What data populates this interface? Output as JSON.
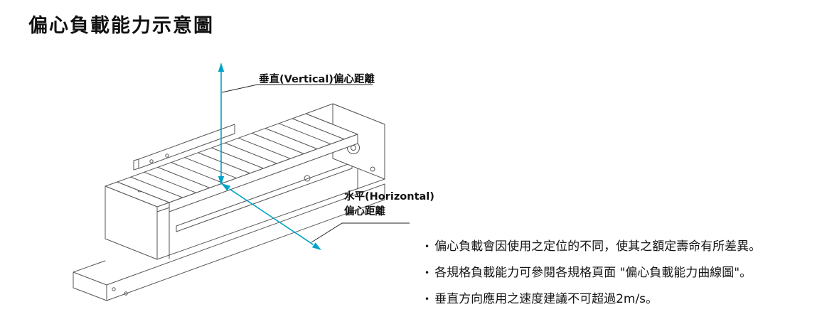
{
  "page": {
    "title": "偏心負載能力示意圖"
  },
  "diagram": {
    "vertical_label": "垂直(Vertical)偏心距離",
    "horizontal_label_line1": "水平(Horizontal)",
    "horizontal_label_line2": "偏心距離",
    "arrow_color": "#00a3c8",
    "line_color": "#555555",
    "label_line_color": "#222222"
  },
  "notes": {
    "bullet": "•",
    "items": [
      "偏心負載會因使用之定位的不同，使其之額定壽命有所差異。",
      "各規格負載能力可參閱各規格頁面 \"偏心負載能力曲線圖\"。",
      "垂直方向應用之速度建議不可超過2m/s。"
    ]
  }
}
